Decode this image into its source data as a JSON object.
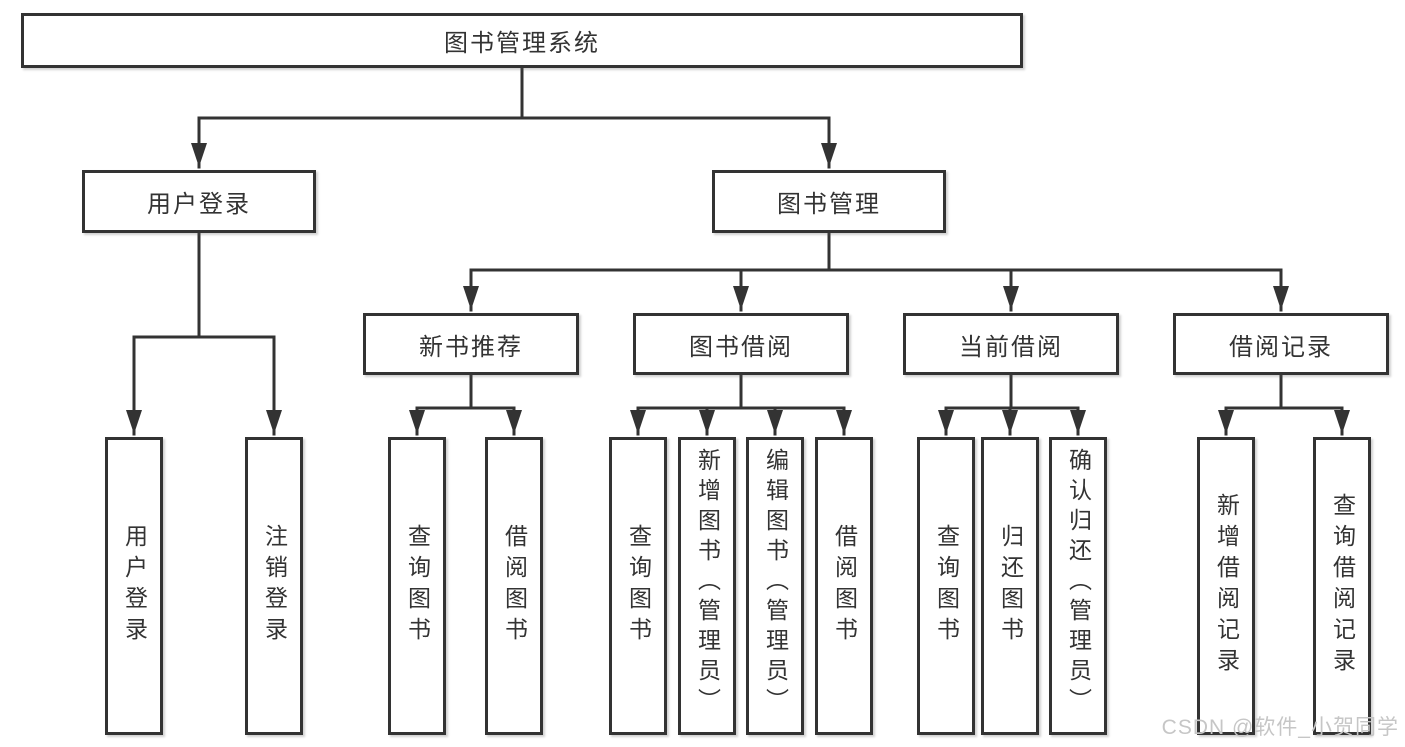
{
  "diagram": {
    "root": {
      "label": "图书管理系统"
    },
    "user_login": {
      "label": "用户登录",
      "children": [
        {
          "label": "用户登录"
        },
        {
          "label": "注销登录"
        }
      ]
    },
    "book_management": {
      "label": "图书管理",
      "sections": [
        {
          "label": "新书推荐",
          "children": [
            {
              "label": "查询图书"
            },
            {
              "label": "借阅图书"
            }
          ]
        },
        {
          "label": "图书借阅",
          "children": [
            {
              "label": "查询图书"
            },
            {
              "label": "新增图书（管理员）"
            },
            {
              "label": "编辑图书（管理员）"
            },
            {
              "label": "借阅图书"
            }
          ]
        },
        {
          "label": "当前借阅",
          "children": [
            {
              "label": "查询图书"
            },
            {
              "label": "归还图书"
            },
            {
              "label": "确认归还（管理员）"
            }
          ]
        },
        {
          "label": "借阅记录",
          "children": [
            {
              "label": "新增借阅记录"
            },
            {
              "label": "查询借阅记录"
            }
          ]
        }
      ]
    },
    "watermark": "CSDN @软件_小贺同学",
    "colors": {
      "line": "#333333",
      "box_border": "#333333",
      "text": "#333333",
      "watermark": "#c6c6c6",
      "background": "#ffffff"
    }
  }
}
